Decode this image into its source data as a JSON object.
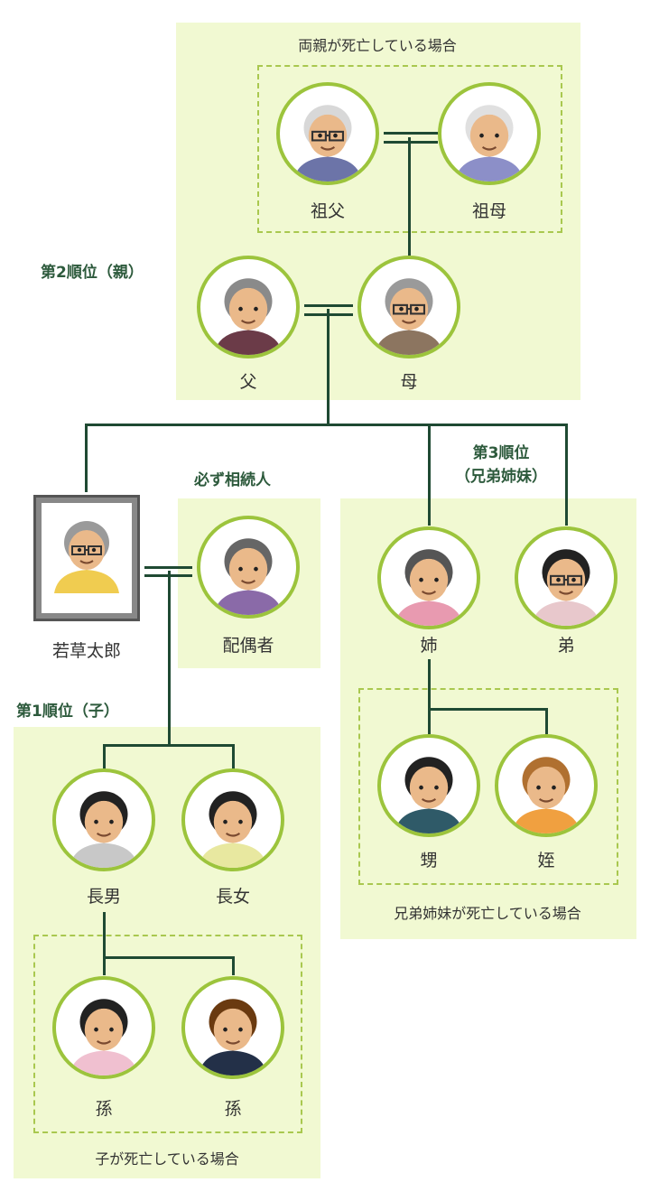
{
  "captions": {
    "parents_deceased": "両親が死亡している場合",
    "rank2": "第2順位（親）",
    "always_heir": "必ず相続人",
    "rank3_line1": "第3順位",
    "rank3_line2": "（兄弟姉妹）",
    "rank1": "第1順位（子）",
    "siblings_deceased": "兄弟姉妹が死亡している場合",
    "children_deceased": "子が死亡している場合"
  },
  "people": {
    "grandfather": {
      "label": "祖父",
      "hair": "#d8d8d8",
      "shirt": "#6c74a8",
      "glasses": true
    },
    "grandmother": {
      "label": "祖母",
      "hair": "#e0e0e0",
      "shirt": "#8c8fc8",
      "glasses": false
    },
    "father": {
      "label": "父",
      "hair": "#8a8a8a",
      "shirt": "#6b3b48",
      "glasses": false
    },
    "mother": {
      "label": "母",
      "hair": "#9a9a9a",
      "shirt": "#8c7560",
      "glasses": true
    },
    "deceased": {
      "label": "若草太郎",
      "hair": "#9a9a9a",
      "shirt": "#f0cc50",
      "glasses": true
    },
    "spouse": {
      "label": "配偶者",
      "hair": "#666666",
      "shirt": "#8a6aa8",
      "glasses": false
    },
    "elder_sister": {
      "label": "姉",
      "hair": "#555555",
      "shirt": "#e89ab0",
      "glasses": false
    },
    "younger_brother": {
      "label": "弟",
      "hair": "#222222",
      "shirt": "#e8c8cc",
      "glasses": true
    },
    "nephew": {
      "label": "甥",
      "hair": "#222222",
      "shirt": "#2f5a68",
      "glasses": false
    },
    "niece": {
      "label": "姪",
      "hair": "#b07030",
      "shirt": "#f0a040",
      "glasses": false
    },
    "eldest_son": {
      "label": "長男",
      "hair": "#222222",
      "shirt": "#c8c8c8",
      "glasses": false
    },
    "eldest_daughter": {
      "label": "長女",
      "hair": "#222222",
      "shirt": "#e8e8a0",
      "glasses": false
    },
    "grandchild1": {
      "label": "孫",
      "hair": "#222222",
      "shirt": "#f0c0d0",
      "glasses": false
    },
    "grandchild2": {
      "label": "孫",
      "hair": "#6a3a10",
      "shirt": "#233048",
      "glasses": false
    }
  },
  "colors": {
    "panel": "#f1f9d2",
    "line": "#1f4a33",
    "ring": "#9cc43c",
    "rank_text": "#2d5a3c"
  }
}
